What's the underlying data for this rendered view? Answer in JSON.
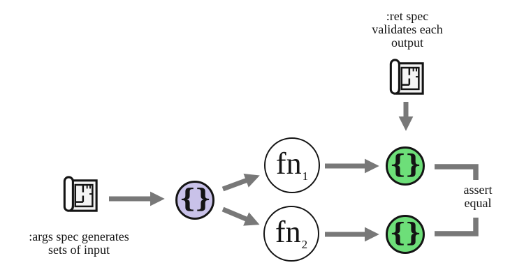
{
  "colors": {
    "arrow": "#787878",
    "node_input_fill": "#c9c2e9",
    "node_output_fill": "#6ddf79",
    "outline": "#141414"
  },
  "captions": {
    "ret_spec": ":ret spec\nvalidates each\noutput",
    "args_spec": ":args spec generates\nsets of input",
    "assert_equal": "assert\nequal"
  },
  "nodes": {
    "input_set": {
      "symbol": "{}"
    },
    "fn1": {
      "label": "fn",
      "subscript": "1"
    },
    "fn2": {
      "label": "fn",
      "subscript": "2"
    },
    "output1": {
      "symbol": "{}"
    },
    "output2": {
      "symbol": "{}"
    }
  },
  "icons": {
    "args_spec": "blueprint-icon",
    "ret_spec": "blueprint-icon"
  }
}
